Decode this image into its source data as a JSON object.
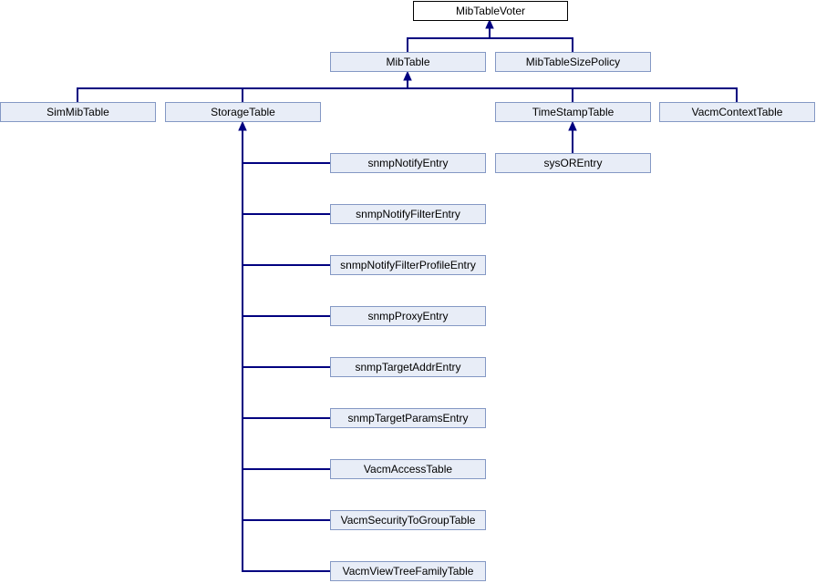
{
  "diagram": {
    "kind": "class-inheritance-diagram",
    "colors": {
      "edge": "#000080",
      "node_fill": "#e8edf7",
      "node_border": "#8498c4",
      "root_fill": "#ffffff",
      "root_border": "#000000",
      "text": "#000000",
      "background": "#ffffff"
    },
    "nodes": [
      {
        "label": "MibTableVoter"
      },
      {
        "label": "MibTable"
      },
      {
        "label": "MibTableSizePolicy"
      },
      {
        "label": "SimMibTable"
      },
      {
        "label": "StorageTable"
      },
      {
        "label": "TimeStampTable"
      },
      {
        "label": "VacmContextTable"
      },
      {
        "label": "snmpNotifyEntry"
      },
      {
        "label": "sysOREntry"
      },
      {
        "label": "snmpNotifyFilterEntry"
      },
      {
        "label": "snmpNotifyFilterProfileEntry"
      },
      {
        "label": "snmpProxyEntry"
      },
      {
        "label": "snmpTargetAddrEntry"
      },
      {
        "label": "snmpTargetParamsEntry"
      },
      {
        "label": "VacmAccessTable"
      },
      {
        "label": "VacmSecurityToGroupTable"
      },
      {
        "label": "VacmViewTreeFamilyTable"
      }
    ],
    "edges": [
      {
        "base": "MibTableVoter",
        "derived": "MibTable"
      },
      {
        "base": "MibTableVoter",
        "derived": "MibTableSizePolicy"
      },
      {
        "base": "MibTable",
        "derived": "SimMibTable"
      },
      {
        "base": "MibTable",
        "derived": "StorageTable"
      },
      {
        "base": "MibTable",
        "derived": "TimeStampTable"
      },
      {
        "base": "MibTable",
        "derived": "VacmContextTable"
      },
      {
        "base": "StorageTable",
        "derived": "snmpNotifyEntry"
      },
      {
        "base": "StorageTable",
        "derived": "snmpNotifyFilterEntry"
      },
      {
        "base": "StorageTable",
        "derived": "snmpNotifyFilterProfileEntry"
      },
      {
        "base": "StorageTable",
        "derived": "snmpProxyEntry"
      },
      {
        "base": "StorageTable",
        "derived": "snmpTargetAddrEntry"
      },
      {
        "base": "StorageTable",
        "derived": "snmpTargetParamsEntry"
      },
      {
        "base": "StorageTable",
        "derived": "VacmAccessTable"
      },
      {
        "base": "StorageTable",
        "derived": "VacmSecurityToGroupTable"
      },
      {
        "base": "StorageTable",
        "derived": "VacmViewTreeFamilyTable"
      },
      {
        "base": "TimeStampTable",
        "derived": "sysOREntry"
      }
    ]
  }
}
